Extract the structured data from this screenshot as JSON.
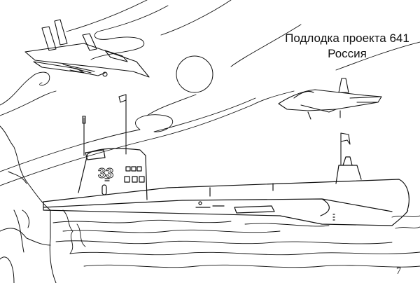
{
  "title": {
    "line1": "Подлодка проекта 641",
    "line2": "Россия"
  },
  "hull_number": "33",
  "page_number": "7",
  "elements": {
    "sun": "sun-circle",
    "aircraft_left": "f15-fighter-jet",
    "aircraft_right": "f16-fighter-jet",
    "vessel": "submarine-project-641",
    "terrain": "rocky-cliff",
    "water": "sea-waves"
  },
  "colors": {
    "line": "#111111",
    "background": "#ffffff"
  }
}
